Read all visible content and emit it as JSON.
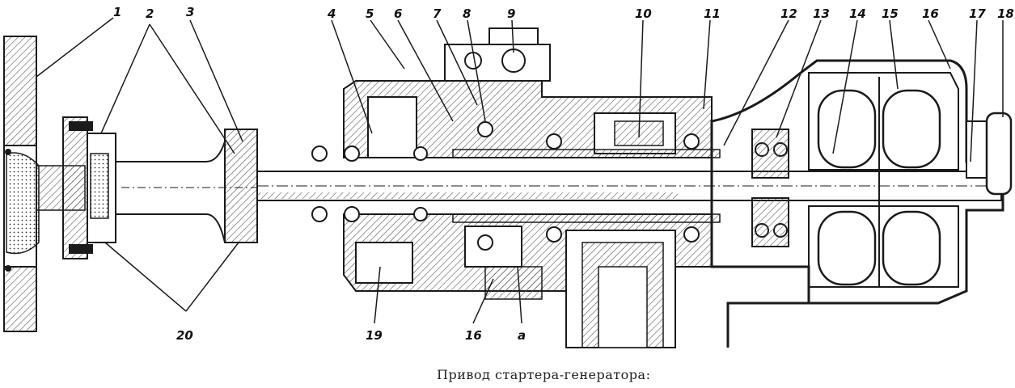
{
  "figure": {
    "caption": "Привод стартера-генератора:",
    "part_labels": [
      "1",
      "2",
      "3",
      "4",
      "5",
      "6",
      "7",
      "8",
      "9",
      "10",
      "11",
      "12",
      "13",
      "14",
      "15",
      "16",
      "17",
      "18",
      "19",
      "16",
      "a",
      "20"
    ]
  },
  "colors": {
    "ink": "#1a1a1a",
    "paper": "#ffffff",
    "hatch": "#555555"
  }
}
